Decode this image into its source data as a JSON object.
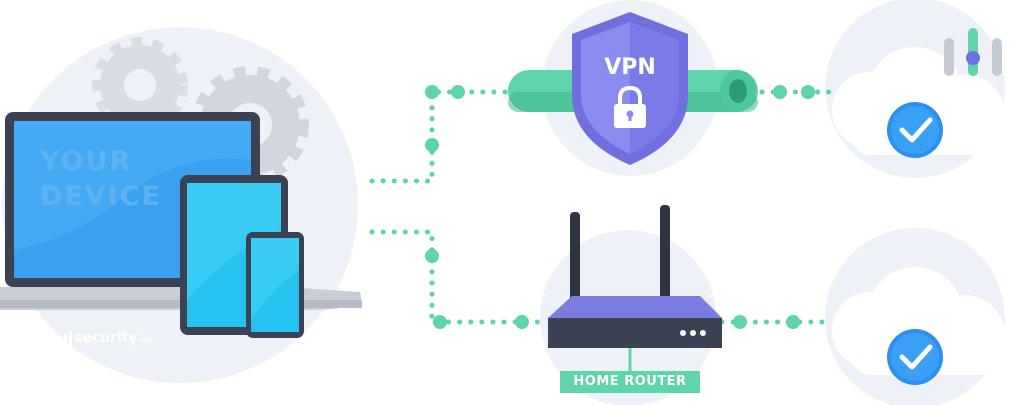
{
  "device": {
    "line1": "YOUR",
    "line2": "DEVICE"
  },
  "vpn": {
    "label": "VPN"
  },
  "router": {
    "label": "HOME ROUTER"
  },
  "brand": {
    "name": "security",
    "suffix": ".org"
  },
  "colors": {
    "accent_green": "#5fd3aa",
    "vpn_purple": "#8b8cf0",
    "screen_blue": "#3aa0f0",
    "check_blue": "#2f8ff0",
    "cloud_bg": "#edf1f7"
  }
}
